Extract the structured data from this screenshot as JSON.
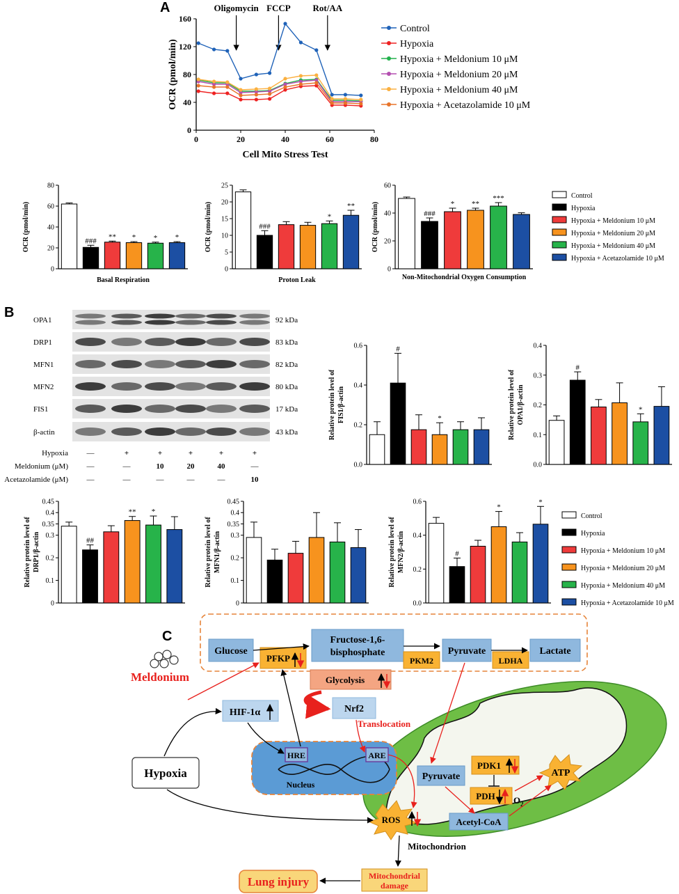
{
  "panels": {
    "a": "A",
    "b": "B",
    "c": "C"
  },
  "colors": {
    "control": "#ffffff",
    "hypoxia": "#000000",
    "mel10": "#ef3b3b",
    "mel20": "#f7931e",
    "mel40": "#27b34a",
    "aceta": "#1c4fa3",
    "ctrl_line": "#1f62b8",
    "hyp_line": "#ee2222",
    "m10_line": "#22b14c",
    "m20_line": "#b44fb0",
    "m40_line": "#fbb040",
    "ac_line": "#e8742a"
  },
  "legend_groups": [
    "Control",
    "Hypoxia",
    "Hypoxia + Meldonium 10 μM",
    "Hypoxia + Meldonium 20 μM",
    "Hypoxia + Meldonium 40 μM",
    "Hypoxia + Acetazolamide 10 μM"
  ],
  "chart_data": [
    {
      "id": "ocr_timecourse",
      "type": "line",
      "xlabel": "Cell Mito Stress Test",
      "ylabel": "OCR (pmol/min)",
      "xlim": [
        0,
        80
      ],
      "ylim": [
        0,
        160
      ],
      "xticks": [
        0,
        20,
        40,
        60,
        80
      ],
      "yticks": [
        0,
        40,
        80,
        120,
        160
      ],
      "annotations": [
        {
          "text": "Oligomycin",
          "x": 18
        },
        {
          "text": "FCCP",
          "x": 37
        },
        {
          "text": "Rot/AA",
          "x": 59
        }
      ],
      "x": [
        1,
        8,
        14,
        20,
        27,
        33,
        40,
        47,
        54,
        61,
        67,
        74
      ],
      "series": [
        {
          "name": "Control",
          "values": [
            125,
            116,
            114,
            74,
            80,
            82,
            153,
            126,
            115,
            51,
            51,
            50
          ]
        },
        {
          "name": "Hypoxia",
          "values": [
            56,
            53,
            53,
            44,
            44,
            45,
            58,
            63,
            64,
            36,
            36,
            35
          ]
        },
        {
          "name": "Hypoxia + Meldonium 10 μM",
          "values": [
            72,
            68,
            68,
            56,
            56,
            57,
            67,
            72,
            73,
            43,
            43,
            42
          ]
        },
        {
          "name": "Hypoxia + Meldonium 20 μM",
          "values": [
            70,
            66,
            66,
            54,
            55,
            56,
            66,
            70,
            72,
            41,
            41,
            41
          ]
        },
        {
          "name": "Hypoxia + Meldonium 40 μM",
          "values": [
            73,
            70,
            69,
            58,
            59,
            60,
            74,
            78,
            79,
            45,
            45,
            44
          ]
        },
        {
          "name": "Hypoxia + Acetazolamide 10 μM",
          "values": [
            64,
            62,
            62,
            50,
            51,
            52,
            62,
            66,
            68,
            39,
            39,
            38
          ]
        }
      ]
    },
    {
      "id": "basal",
      "type": "bar",
      "xlabel": "Basal Respiration",
      "ylabel": "OCR (pmol/min)",
      "ylim": [
        0,
        80
      ],
      "yticks": [
        0,
        20,
        40,
        60,
        80
      ],
      "categories": [
        "Control",
        "Hypoxia",
        "Hypoxia + Meldonium 10 μM",
        "Hypoxia + Meldonium 20 μM",
        "Hypoxia + Meldonium 40 μM",
        "Hypoxia + Acetazolamide 10 μM"
      ],
      "values": [
        62,
        20.5,
        25.5,
        25,
        24.5,
        25
      ],
      "errors": [
        1,
        2,
        1,
        1,
        1,
        1
      ],
      "marks": [
        "",
        "###",
        "**",
        "*",
        "*",
        "*"
      ]
    },
    {
      "id": "proton_leak",
      "type": "bar",
      "xlabel": "Proton Leak",
      "ylabel": "OCR (pmol/min)",
      "ylim": [
        0,
        25
      ],
      "yticks": [
        0,
        5,
        10,
        15,
        20,
        25
      ],
      "categories": [
        "Control",
        "Hypoxia",
        "Hypoxia + Meldonium 10 μM",
        "Hypoxia + Meldonium 20 μM",
        "Hypoxia + Meldonium 40 μM",
        "Hypoxia + Acetazolamide 10 μM"
      ],
      "values": [
        23,
        10,
        13.2,
        13,
        13.5,
        16
      ],
      "errors": [
        0.6,
        1.4,
        0.9,
        0.9,
        0.8,
        1.5
      ],
      "marks": [
        "",
        "###",
        "",
        "",
        "*",
        "**"
      ]
    },
    {
      "id": "non_mito",
      "type": "bar",
      "xlabel": "Non-Mitochondrial Oxygen Consumption",
      "ylabel": "OCR (pmol/min)",
      "ylim": [
        0,
        60
      ],
      "yticks": [
        0,
        20,
        40,
        60
      ],
      "categories": [
        "Control",
        "Hypoxia",
        "Hypoxia + Meldonium 10 μM",
        "Hypoxia + Meldonium 20 μM",
        "Hypoxia + Meldonium 40 μM",
        "Hypoxia + Acetazolamide 10 μM"
      ],
      "values": [
        50.5,
        34,
        41,
        42,
        45,
        39
      ],
      "errors": [
        1,
        2.5,
        2.5,
        1.5,
        2.5,
        1.2
      ],
      "marks": [
        "",
        "###",
        "*",
        "**",
        "***",
        ""
      ]
    },
    {
      "id": "fis1",
      "type": "bar",
      "ylabel": "Relative protein level of FIS1/β-actin",
      "ylim": [
        0,
        0.6
      ],
      "yticks": [
        0.0,
        0.2,
        0.4,
        0.6
      ],
      "ytick_labels": [
        "0.0",
        "0.2",
        "0.4",
        "0.6"
      ],
      "categories": [
        "Control",
        "Hypoxia",
        "Hypoxia + Meldonium 10 μM",
        "Hypoxia + Meldonium 20 μM",
        "Hypoxia + Meldonium 40 μM",
        "Hypoxia + Acetazolamide 10 μM"
      ],
      "values": [
        0.15,
        0.41,
        0.175,
        0.15,
        0.175,
        0.175
      ],
      "errors": [
        0.065,
        0.15,
        0.075,
        0.06,
        0.04,
        0.06
      ],
      "marks": [
        "",
        "#",
        "",
        "*",
        "",
        ""
      ]
    },
    {
      "id": "opa1",
      "type": "bar",
      "ylabel": "Relative protein level of OPA1/β-actin",
      "ylim": [
        0,
        0.4
      ],
      "yticks": [
        0.0,
        0.1,
        0.2,
        0.3,
        0.4
      ],
      "ytick_labels": [
        "0.0",
        "0.1",
        "0.2",
        "0.3",
        "0.4"
      ],
      "categories": [
        "Control",
        "Hypoxia",
        "Hypoxia + Meldonium 10 μM",
        "Hypoxia + Meldonium 20 μM",
        "Hypoxia + Meldonium 40 μM",
        "Hypoxia + Acetazolamide 10 μM"
      ],
      "values": [
        0.148,
        0.283,
        0.193,
        0.207,
        0.143,
        0.195
      ],
      "errors": [
        0.015,
        0.028,
        0.025,
        0.067,
        0.027,
        0.066
      ],
      "marks": [
        "",
        "#",
        "",
        "",
        "*",
        ""
      ]
    },
    {
      "id": "drp1",
      "type": "bar",
      "ylabel": "Relative protein level of DRP1/β-actin",
      "ylim": [
        0,
        0.45
      ],
      "yticks": [
        0,
        0.1,
        0.2,
        0.3,
        0.35,
        0.4,
        0.45
      ],
      "ytick_labels": [
        "0",
        "0.1",
        "0.2",
        "0.3",
        "0.35",
        "0.4",
        "0.45"
      ],
      "categories": [
        "Control",
        "Hypoxia",
        "Hypoxia + Meldonium 10 μM",
        "Hypoxia + Meldonium 20 μM",
        "Hypoxia + Meldonium 40 μM",
        "Hypoxia + Acetazolamide 10 μM"
      ],
      "values": [
        0.34,
        0.235,
        0.315,
        0.365,
        0.345,
        0.325
      ],
      "errors": [
        0.018,
        0.022,
        0.027,
        0.018,
        0.04,
        0.057
      ],
      "marks": [
        "",
        "##",
        "",
        "**",
        "*",
        ""
      ]
    },
    {
      "id": "mfn1",
      "type": "bar",
      "ylabel": "Relative protein level of MFN1/β-actin",
      "ylim": [
        0,
        0.45
      ],
      "yticks": [
        0,
        0.1,
        0.2,
        0.3,
        0.35,
        0.4,
        0.45
      ],
      "ytick_labels": [
        "0",
        "0.1",
        "0.2",
        "0.3",
        "0.35",
        "0.4",
        "0.45"
      ],
      "categories": [
        "Control",
        "Hypoxia",
        "Hypoxia + Meldonium 10 μM",
        "Hypoxia + Meldonium 20 μM",
        "Hypoxia + Meldonium 40 μM",
        "Hypoxia + Acetazolamide 10 μM"
      ],
      "values": [
        0.29,
        0.19,
        0.22,
        0.29,
        0.27,
        0.245
      ],
      "errors": [
        0.068,
        0.048,
        0.053,
        0.11,
        0.085,
        0.08
      ],
      "marks": [
        "",
        "",
        "",
        "",
        "",
        ""
      ]
    },
    {
      "id": "mfn2",
      "type": "bar",
      "ylabel": "Relative protein level of MFN2/β-actin",
      "ylim": [
        0,
        0.6
      ],
      "yticks": [
        0.0,
        0.2,
        0.4,
        0.6
      ],
      "ytick_labels": [
        "0.0",
        "0.2",
        "0.4",
        "0.6"
      ],
      "categories": [
        "Control",
        "Hypoxia",
        "Hypoxia + Meldonium 10 μM",
        "Hypoxia + Meldonium 20 μM",
        "Hypoxia + Meldonium 40 μM",
        "Hypoxia + Acetazolamide 10 μM"
      ],
      "values": [
        0.47,
        0.215,
        0.335,
        0.45,
        0.36,
        0.465
      ],
      "errors": [
        0.035,
        0.05,
        0.035,
        0.09,
        0.055,
        0.105
      ],
      "marks": [
        "",
        "#",
        "",
        "*",
        "",
        "*"
      ]
    }
  ],
  "western_blot": {
    "proteins": [
      {
        "name": "OPA1",
        "kda": "92 kDa"
      },
      {
        "name": "DRP1",
        "kda": "83 kDa"
      },
      {
        "name": "MFN1",
        "kda": "82 kDa"
      },
      {
        "name": "MFN2",
        "kda": "80 kDa"
      },
      {
        "name": "FIS1",
        "kda": "17 kDa"
      },
      {
        "name": "β-actin",
        "kda": "43 kDa"
      }
    ],
    "conditions": [
      {
        "label": "Hypoxia",
        "values": [
          "—",
          "+",
          "+",
          "+",
          "+",
          "+"
        ]
      },
      {
        "label": "Meldonium (μM)",
        "values": [
          "—",
          "—",
          "10",
          "20",
          "40",
          "—"
        ]
      },
      {
        "label": "Acetazolamide (μM)",
        "values": [
          "—",
          "—",
          "—",
          "—",
          "—",
          "10"
        ]
      }
    ]
  },
  "diagram": {
    "glucose": "Glucose",
    "pfkp": "PFKP",
    "fbp_line1": "Fructose-1,6-",
    "fbp_line2": "bisphosphate",
    "pkm2": "PKM2",
    "pyruvate_top": "Pyruvate",
    "ldha": "LDHA",
    "lactate": "Lactate",
    "glycolysis": "Glycolysis",
    "nrf2": "Nrf2",
    "translocation": "Translocation",
    "meldonium": "Meldonium",
    "hif1a": "HIF-1α",
    "hre": "HRE",
    "are": "ARE",
    "nucleus": "Nucleus",
    "hypoxia": "Hypoxia",
    "pyruvate_mito": "Pyruvate",
    "pdk1": "PDK1",
    "pdh": "PDH",
    "atp": "ATP",
    "o2": "O",
    "o2_sub": "2",
    "acetyl_coa": "Acetyl-CoA",
    "ros": "ROS",
    "mitochondrion": "Mitochondrion",
    "mito_damage_1": "Mitochondrial",
    "mito_damage_2": "damage",
    "lung_injury": "Lung injury"
  }
}
